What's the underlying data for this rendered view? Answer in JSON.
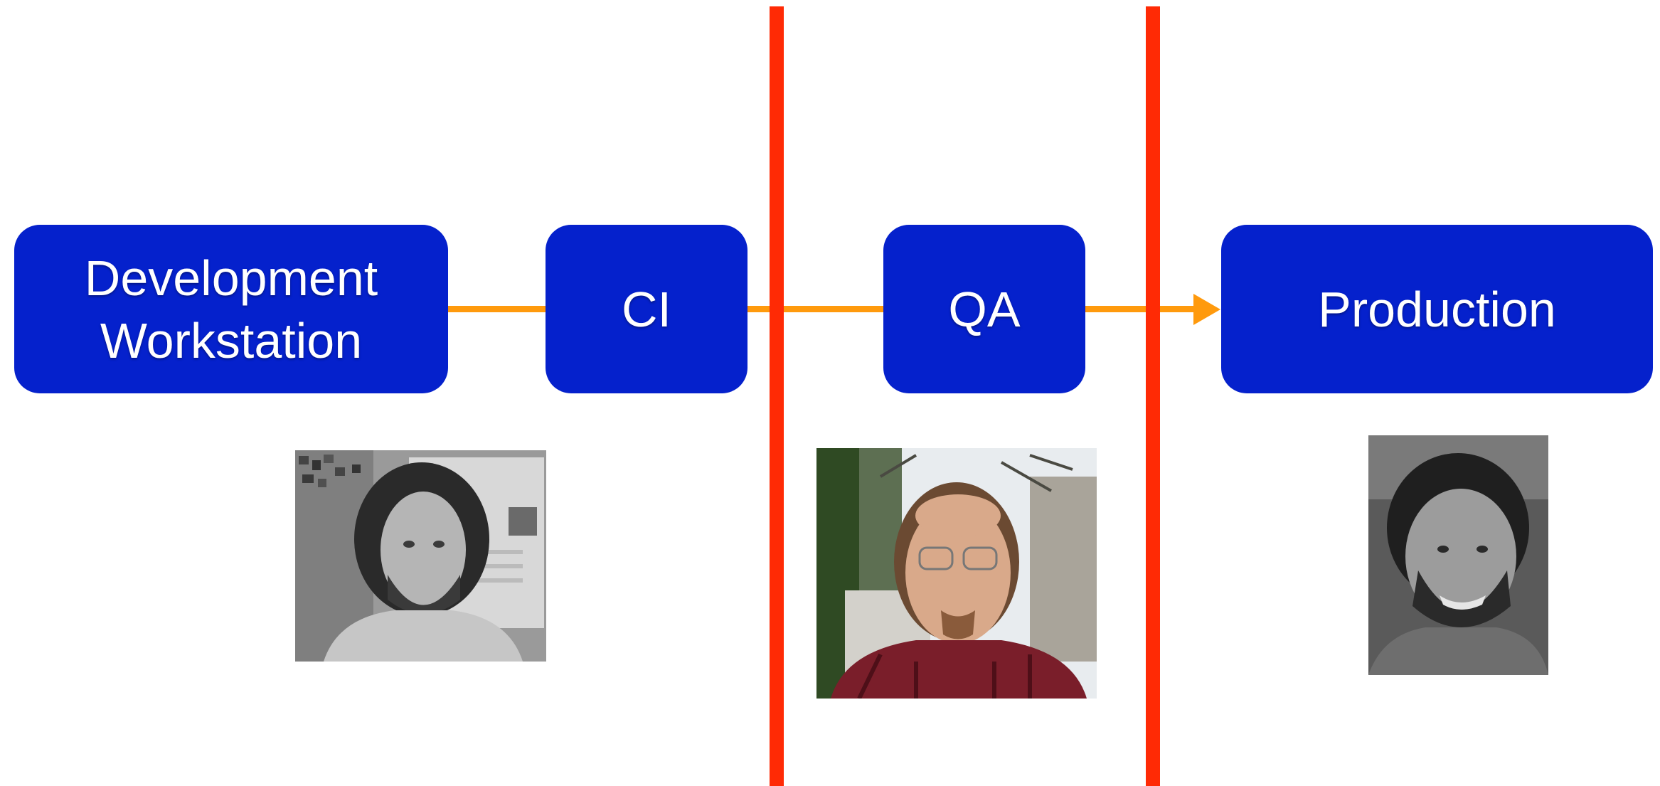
{
  "colors": {
    "box_fill": "#0521cc",
    "box_text": "#ffffff",
    "connector": "#ff9a0d",
    "divider": "#ff2a05"
  },
  "stages": {
    "development": {
      "line1": "Development",
      "line2": "Workstation"
    },
    "ci": {
      "label": "CI"
    },
    "qa": {
      "label": "QA"
    },
    "production": {
      "label": "Production"
    }
  },
  "photos": {
    "developer": {
      "icon": "person-photo-icon",
      "tone": "grayscale"
    },
    "qa_person": {
      "icon": "person-photo-icon",
      "tone": "color"
    },
    "ops_person": {
      "icon": "person-photo-icon",
      "tone": "grayscale"
    }
  }
}
